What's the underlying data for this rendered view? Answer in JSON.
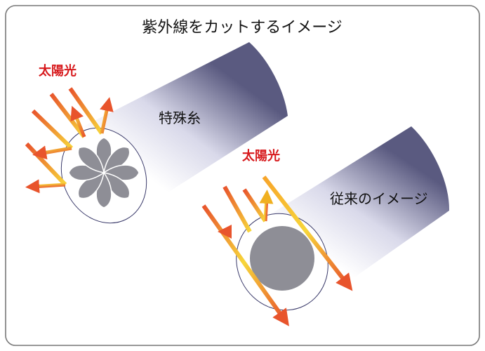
{
  "title": "紫外線をカットするイメージ",
  "labels": {
    "special_fiber": "特殊糸",
    "conventional": "従来のイメージ",
    "sunlight_top": "太陽光",
    "sunlight_bottom": "太陽光"
  },
  "colors": {
    "frame": "#777777",
    "tube_light": "#ffffff",
    "tube_dark": "#5a5a80",
    "core": "#8e8e96",
    "arrow_start": "#e8542c",
    "arrow_mid": "#f39c1f",
    "arrow_end": "#f7d63a",
    "sunlight_text": "#d7191c"
  }
}
